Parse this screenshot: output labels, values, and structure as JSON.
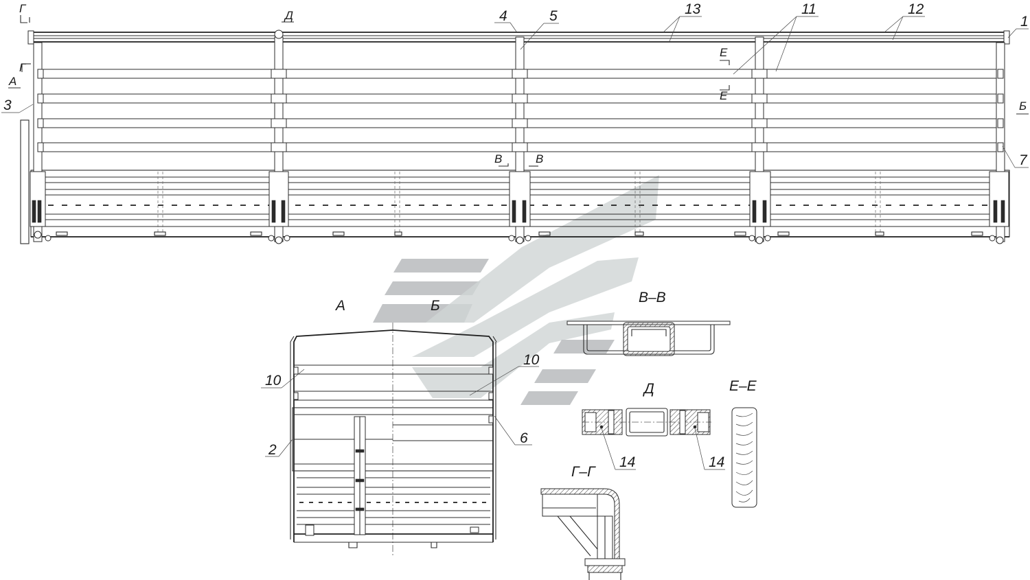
{
  "drawing": {
    "labels": {
      "g": "Г",
      "d": "Д",
      "a": "А",
      "b": "Б",
      "e": "Е",
      "v": "В",
      "n1": "1",
      "n2": "2",
      "n3": "3",
      "n4": "4",
      "n5": "5",
      "n6": "6",
      "n7": "7",
      "n10": "10",
      "n11": "11",
      "n12": "12",
      "n13": "13",
      "n14": "14"
    },
    "view_titles": {
      "a": "А",
      "b": "Б",
      "section_vv": "В–В",
      "detail_d": "Д",
      "section_ee": "Е–Е",
      "section_gg": "Г–Г"
    }
  }
}
